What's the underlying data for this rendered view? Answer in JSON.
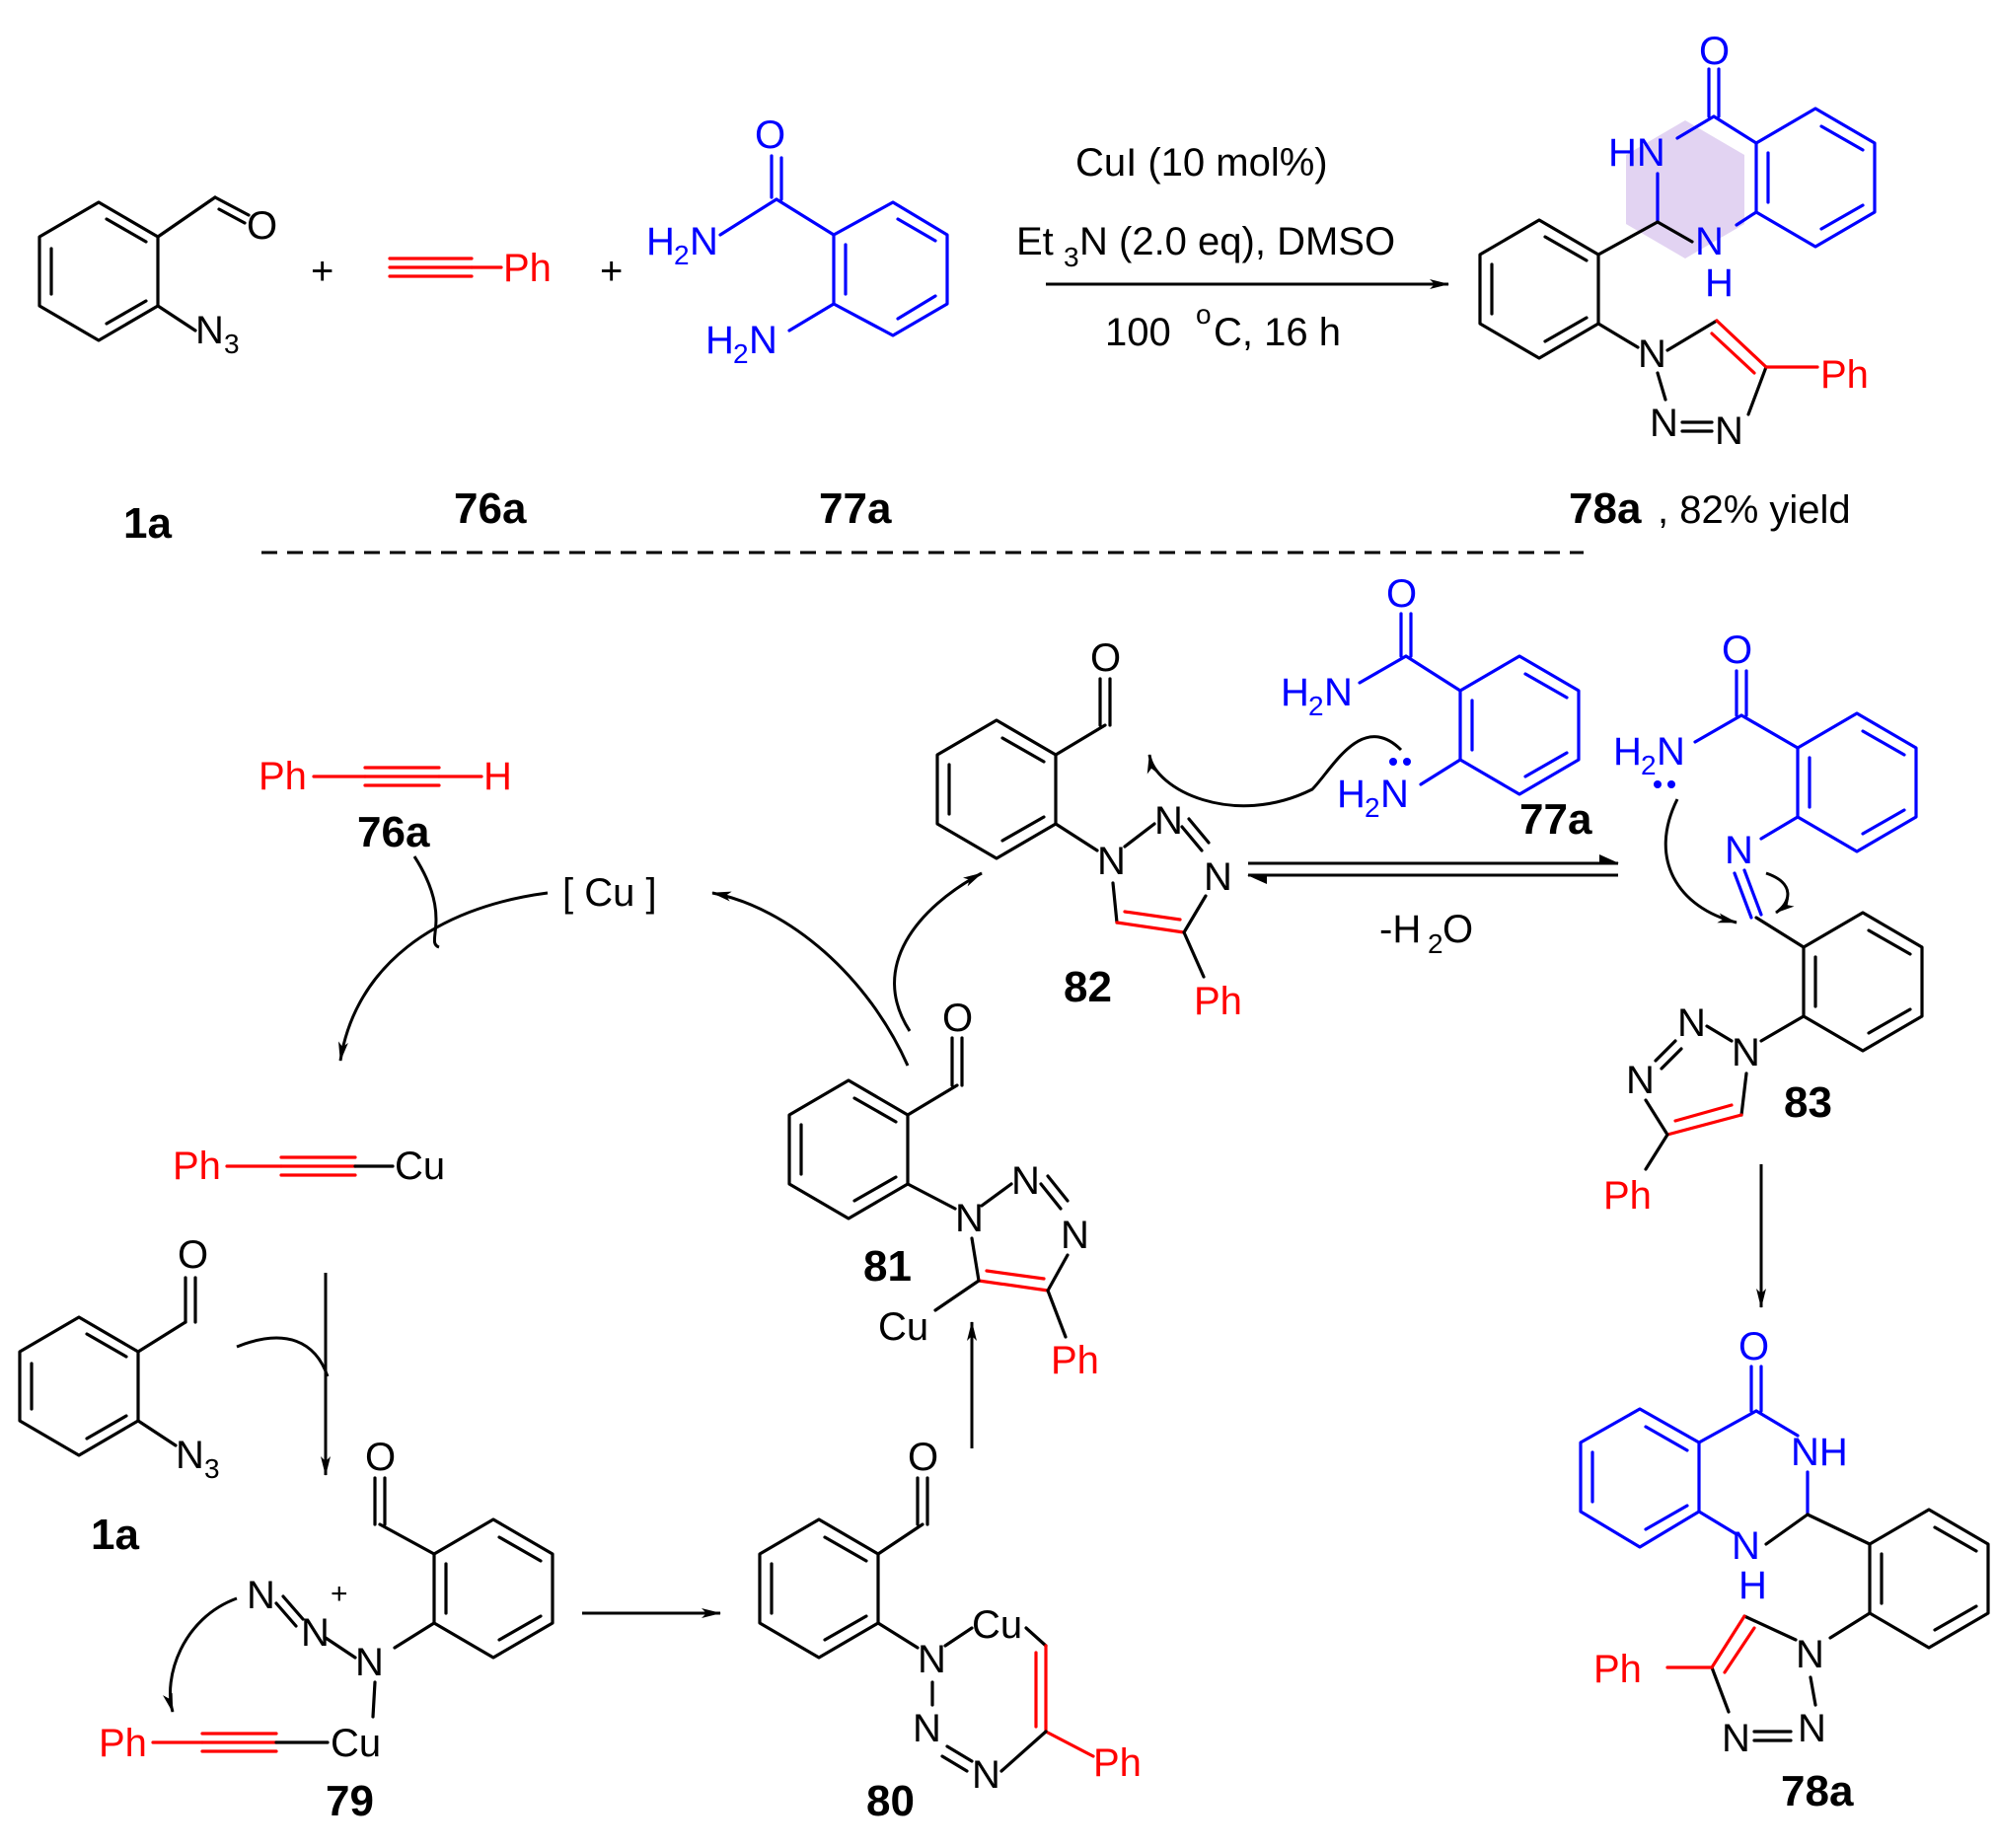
{
  "colors": {
    "black": "#000000",
    "red": "#ff0000",
    "blue": "#0000ff",
    "ring_fill": "#e2d3f2"
  },
  "atoms": {
    "O": "O",
    "N3": "N",
    "N3_sub": "3",
    "Ph": "Ph",
    "H": "H",
    "H2N": "H",
    "H2N_sub": "2",
    "N_after_H2": "N",
    "HN": "HN",
    "NH": "NH",
    "N": "N",
    "Cu": "Cu",
    "plus_charge": "+",
    "bracket_cu": "[ Cu ]"
  },
  "plus_sign": "+",
  "conditions": {
    "line1": "CuI (10 mol%)",
    "line2_a": "Et",
    "line2_sub": "3",
    "line2_b": "N (2.0 eq), DMSO",
    "line3_a": "100 ",
    "line3_sup": "o",
    "line3_b": "C, 16 h"
  },
  "water_loss": {
    "prefix": "-H",
    "sub": "2",
    "suffix": "O"
  },
  "compounds": {
    "c1a": "1a",
    "c76a": "76a",
    "c77a": "77a",
    "c78a": "78a",
    "c78a_yield": ", 82% yield",
    "c79": "79",
    "c80": "80",
    "c81": "81",
    "c82": "82",
    "c83": "83"
  }
}
